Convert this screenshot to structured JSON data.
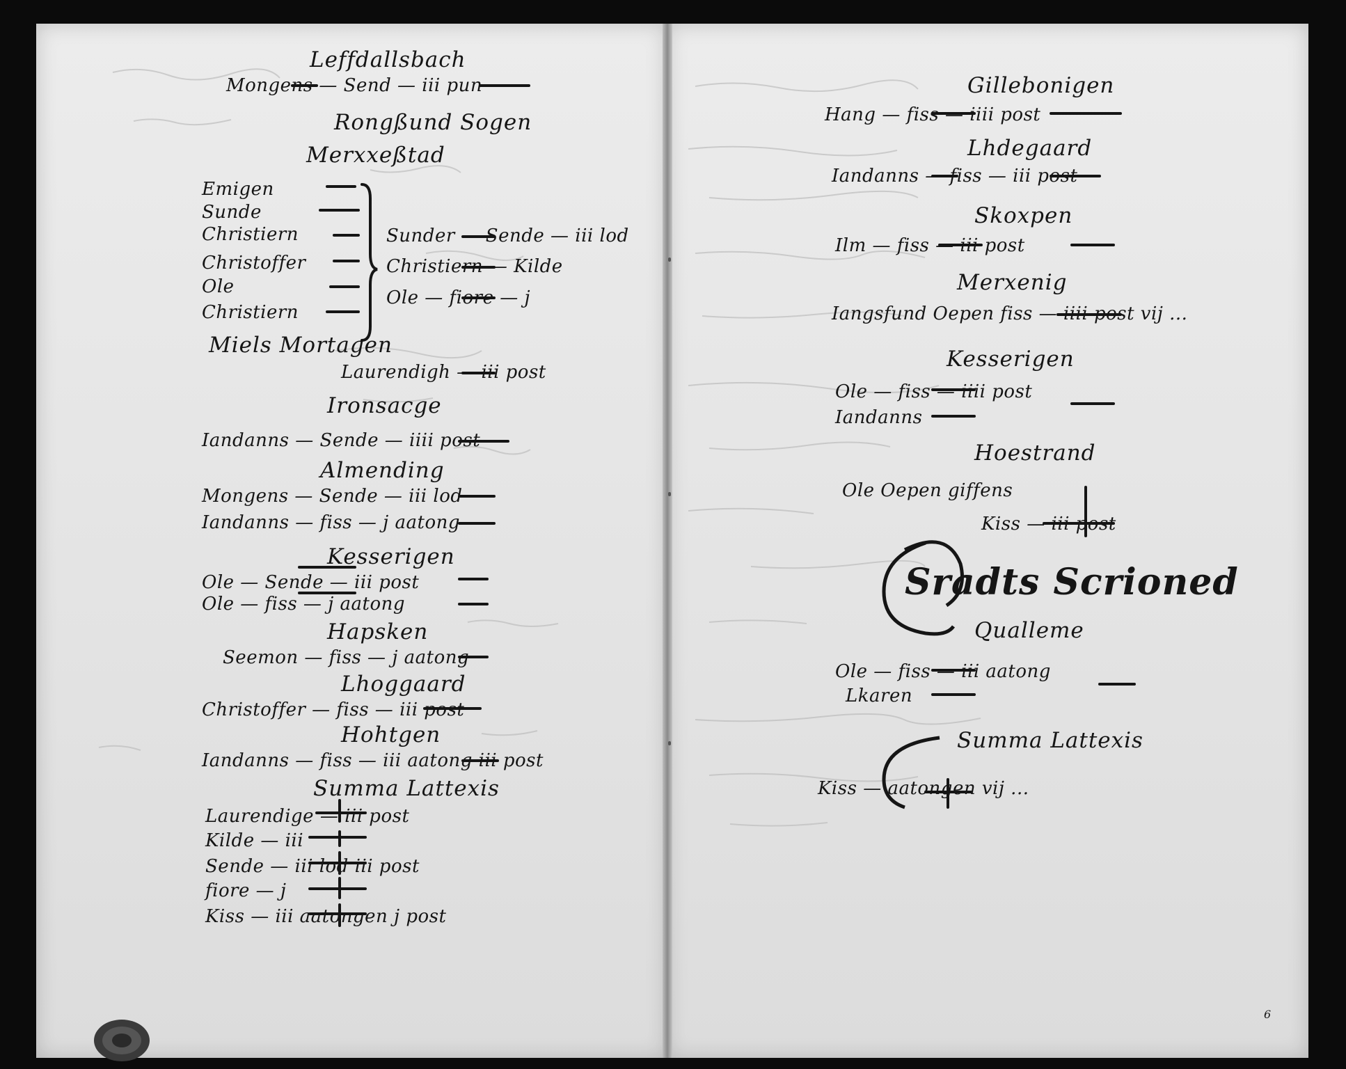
{
  "folio_number": "6",
  "left_page": {
    "headings": [
      "Leffdallsbach",
      "Rongßund Sogen",
      "Merxxeßtad",
      "Miels Mortagen",
      "Ironsacge",
      "Almending",
      "Kesserigen",
      "Hapsken",
      "Lhoggaard",
      "Hohtgen",
      "Summa Lattexis"
    ],
    "entries": [
      "Mongens — Send — iii pun",
      "Sunder — Sende — iii lod",
      "Christiern — Kilde",
      "Ole — fiore — j",
      "Laurendigh — iii post",
      "Iandanns — Sende — iiii post",
      "Mongens — Sende — iii lod",
      "Iandanns — fiss — j aatong",
      "Ole — Sende — iii post",
      "Ole — fiss — j aatong",
      "Seemon — fiss — j aatong",
      "Christoffer — fiss — iii post",
      "Iandanns — fiss — iii aatong iii post",
      "Laurendige — iii post",
      "Kilde — iii",
      "Sende — iii lod iii post",
      "fiore — j",
      "Kiss — iii aatongen j post"
    ]
  },
  "right_page": {
    "headings": [
      "Gillebonigen",
      "Lhdegaard",
      "Skoxpen",
      "Merxenig",
      "Kesserigen",
      "Hoestrand",
      "Sradts Scrioned",
      "Qualleme",
      "Summa Lattexis"
    ],
    "entries": [
      "Hang — fiss — iiii post",
      "Iandanns — fiss — iii post",
      "Ilm — fiss — iii post",
      "Iangsfund Oepen fiss — iiii post vij ...",
      "Ole — fiss — iiii post",
      "Iandanns",
      "Ole Oepen giffens",
      "Kiss — iii post",
      "Ole — fiss — iii aatong",
      "Lkaren",
      "Kiss — aatongen vij ..."
    ]
  }
}
